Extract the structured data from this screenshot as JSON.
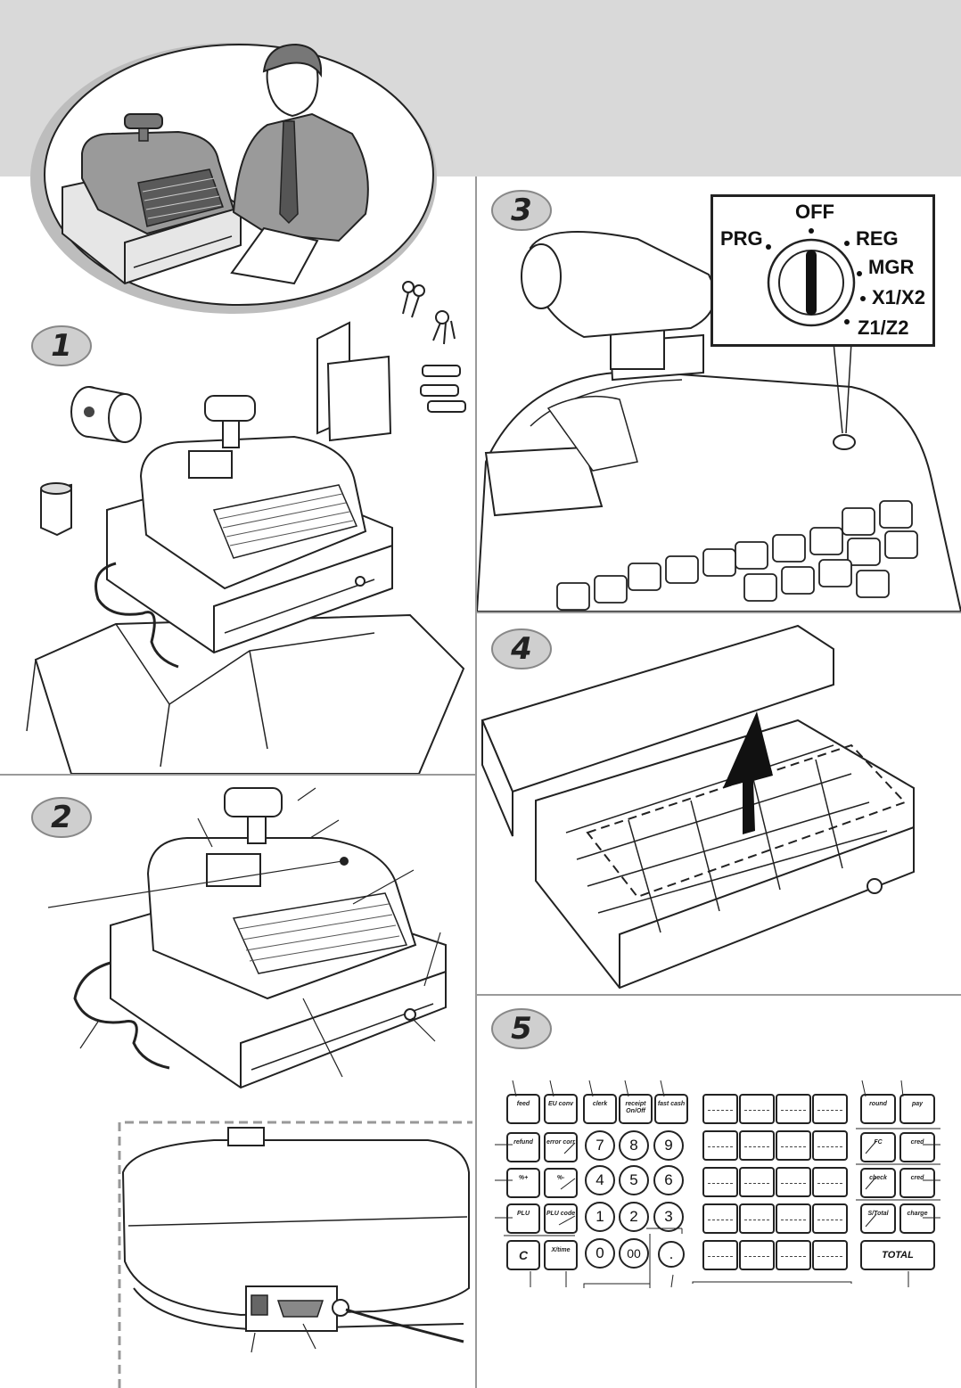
{
  "steps": [
    {
      "number": "1"
    },
    {
      "number": "2"
    },
    {
      "number": "3"
    },
    {
      "number": "4"
    },
    {
      "number": "5"
    }
  ],
  "key_switch": {
    "positions": [
      "OFF",
      "PRG",
      "REG",
      "MGR",
      "X1/X2",
      "Z1/Z2"
    ]
  },
  "keyboard": {
    "function_keys": [
      {
        "label": "feed"
      },
      {
        "label": "EU conv"
      },
      {
        "label": "clerk"
      },
      {
        "label": "receipt On/Off"
      },
      {
        "label": "fast cash"
      },
      {
        "label": "refund"
      },
      {
        "label": "error corr"
      },
      {
        "label": "%+"
      },
      {
        "label": "%-"
      },
      {
        "label": "PLU"
      },
      {
        "label": "PLU code"
      },
      {
        "label": "C"
      },
      {
        "label": "X/time"
      }
    ],
    "numeric_keys": [
      "7",
      "8",
      "9",
      "4",
      "5",
      "6",
      "1",
      "2",
      "3",
      "0",
      "00",
      "."
    ],
    "right_keys": [
      {
        "label": "round"
      },
      {
        "label": "pay"
      },
      {
        "label": "FC"
      },
      {
        "label": "cred"
      },
      {
        "label": "check"
      },
      {
        "label": "cred"
      },
      {
        "label": "S/Total"
      },
      {
        "label": "charge"
      }
    ],
    "total_label": "TOTAL"
  }
}
